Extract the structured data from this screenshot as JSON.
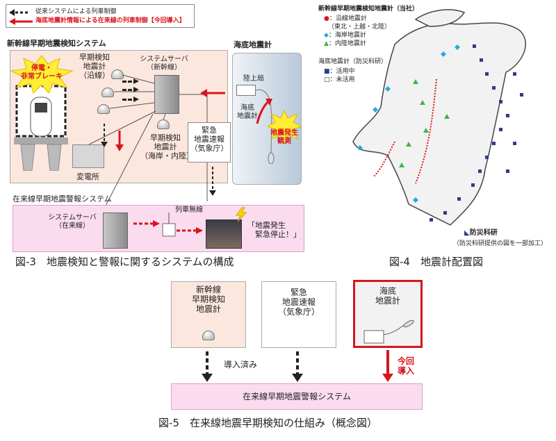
{
  "legend": {
    "existing": "従来システムによる列車制御",
    "new": "海底地震計情報による在来線の列車制御【今回導入】"
  },
  "fig3": {
    "shinkansen_system": "新幹線早期地震検知システム",
    "outage": "停電・\n非常ブレーキ",
    "early_detect_line": "早期検知\n地震計\n（沿線）",
    "system_server_shinkansen": "システムサーバ\n（新幹線）",
    "early_detect_coast": "早期検知\n地震計\n（海岸・内陸）",
    "substation": "変電所",
    "jma_eew": "緊急\n地震速報\n（気象庁）",
    "seafloor_title": "海底地震計",
    "land_station": "陸上局",
    "seafloor_seismometer": "海底\n地震計",
    "quake_observed": "地震発生\n観測",
    "conventional_system": "在来線早期地震警報システム",
    "system_server_conv": "システムサーバ\n（在来線）",
    "train_radio": "列車無線",
    "announcement": "「地震発生\n　緊急停止！」",
    "caption": "図-3　地震検知と警報に関するシステムの構成"
  },
  "fig4": {
    "title": "新幹線早期地震検知地震計（当社）",
    "legend_line": "：沿線地震計",
    "legend_line_sub": "（東北・上越・北陸）",
    "legend_coast": "：海岸地震計",
    "legend_inland": "：内陸地震計",
    "nied_title": "海底地震計（防災科研）",
    "legend_active": "：活用中",
    "legend_inactive": "：未活用",
    "nied_logo": "防災科研",
    "credit": "（防災科研提供の図を一部加工）",
    "caption": "図-4　地震計配置図"
  },
  "fig5": {
    "box1": "新幹線\n早期検知\n地震計",
    "box2": "緊急\n地震速報\n（気象庁）",
    "box3": "海底\n地震計",
    "installed": "導入済み",
    "new_label": "今回\n導入",
    "target": "在来線早期地震警報システム",
    "caption": "図-5　在来線地震早期検知の仕組み（概念図）"
  },
  "colors": {
    "red": "#d8151c",
    "pink_bg": "#fadcee",
    "pink_border": "#d9a0c8",
    "salmon_bg": "#fbe7de",
    "sea_bg": "#d9e4ee",
    "line_red": "#d8151c",
    "coast_blue": "#26a9e0",
    "inland_green": "#3cb44b",
    "seafloor_navy": "#2c3e86"
  }
}
